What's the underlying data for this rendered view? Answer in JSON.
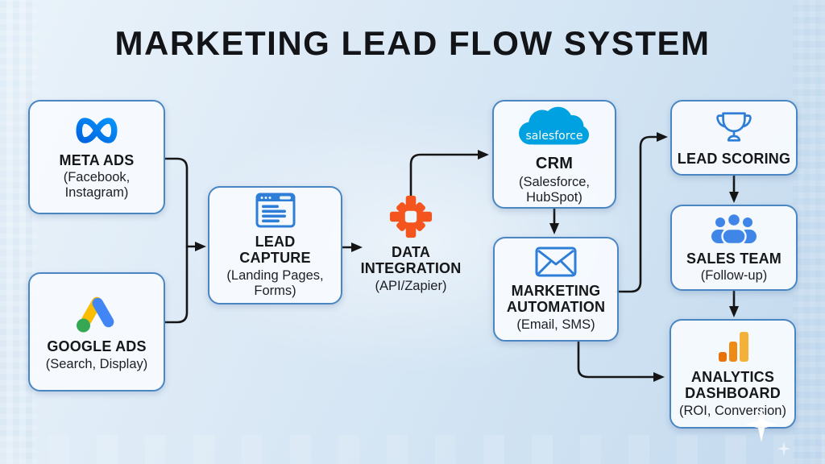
{
  "title": "MARKETING LEAD FLOW SYSTEM",
  "colors": {
    "background": "#d7e7f4",
    "box_border": "#4a86c2",
    "box_fill": "#f7fbff",
    "arrow": "#151515",
    "title_text": "#121418",
    "icon_blue": "#2e7ed8",
    "meta_gradient": [
      "#0064E0",
      "#0593FB"
    ],
    "google_yellow": "#FBBC04",
    "google_blue": "#4285F4",
    "google_green": "#34A853",
    "zapier_orange": "#F4541D",
    "salesforce_blue": "#00A1E0",
    "people_blue": "#3F86E8",
    "analytics_bars": [
      "#E8710A",
      "#ED8B16",
      "#F4B13A"
    ]
  },
  "nodes": {
    "meta_ads": {
      "title": "META ADS",
      "subtitle": "(Facebook, Instagram)",
      "icon": "meta-logo"
    },
    "google_ads": {
      "title": "GOOGLE ADS",
      "subtitle": "(Search, Display)",
      "icon": "google-ads-logo"
    },
    "lead_capture": {
      "title": "LEAD CAPTURE",
      "subtitle": "(Landing Pages, Forms)",
      "icon": "browser-form-icon"
    },
    "data_integration": {
      "title": "DATA INTEGRATION",
      "subtitle": "(API/Zapier)",
      "icon": "zapier-icon"
    },
    "crm": {
      "title": "CRM",
      "subtitle": "(Salesforce, HubSpot)",
      "icon": "salesforce-logo",
      "logo_text": "salesforce"
    },
    "marketing_automation": {
      "title": "MARKETING AUTOMATION",
      "subtitle": "(Email, SMS)",
      "icon": "email-icon"
    },
    "lead_scoring": {
      "title": "LEAD SCORING",
      "subtitle": "",
      "icon": "trophy-icon"
    },
    "sales_team": {
      "title": "SALES TEAM",
      "subtitle": "(Follow-up)",
      "icon": "team-icon"
    },
    "analytics_dashboard": {
      "title": "ANALYTICS DASHBOARD",
      "subtitle": "(ROI, Conversion)",
      "icon": "bar-chart-icon"
    }
  },
  "edges": [
    {
      "from": "META ADS",
      "to": "LEAD CAPTURE"
    },
    {
      "from": "GOOGLE ADS",
      "to": "LEAD CAPTURE"
    },
    {
      "from": "LEAD CAPTURE",
      "to": "DATA INTEGRATION"
    },
    {
      "from": "DATA INTEGRATION",
      "to": "CRM"
    },
    {
      "from": "CRM",
      "to": "MARKETING AUTOMATION"
    },
    {
      "from": "MARKETING AUTOMATION",
      "to": "LEAD SCORING"
    },
    {
      "from": "MARKETING AUTOMATION",
      "to": "ANALYTICS DASHBOARD"
    },
    {
      "from": "LEAD SCORING",
      "to": "SALES TEAM"
    },
    {
      "from": "SALES TEAM",
      "to": "ANALYTICS DASHBOARD"
    }
  ]
}
